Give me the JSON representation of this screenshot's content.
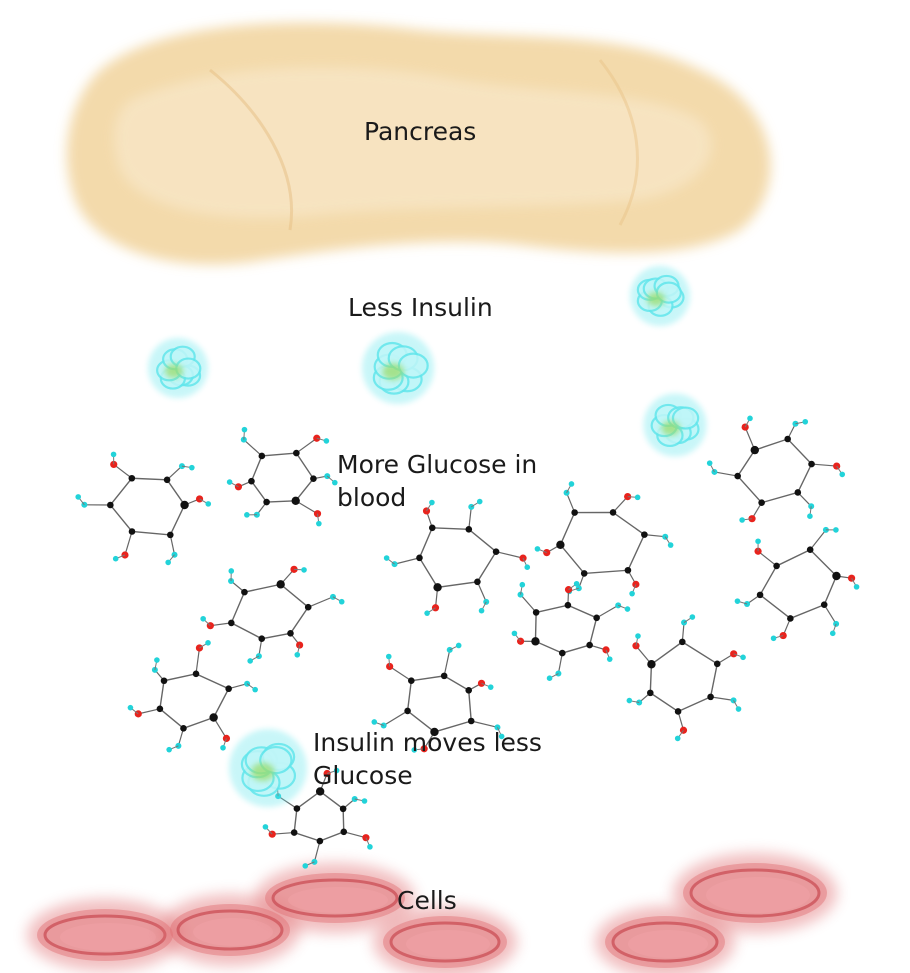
{
  "labels": {
    "pancreas": "Pancreas",
    "less_insulin": "Less Insulin",
    "more_glucose": [
      "More Glucose in",
      "blood"
    ],
    "insulin_moves": [
      "Insulin moves less",
      "Glucose"
    ],
    "cells": "Cells"
  },
  "colors": {
    "pancreas": "#f3d9aa",
    "insulin_outer": "#63e6ec",
    "insulin_core": "#9bdc6a",
    "glucose_carbon": "#111111",
    "glucose_oxygen": "#e8231d",
    "glucose_hydrogen": "#22d3d9",
    "cell": "#e06f73"
  },
  "icons": {
    "pancreas": "pancreas-organ",
    "insulin": "insulin-molecule-cluster",
    "glucose": "glucose-molecule",
    "cell": "red-blood-cell"
  }
}
